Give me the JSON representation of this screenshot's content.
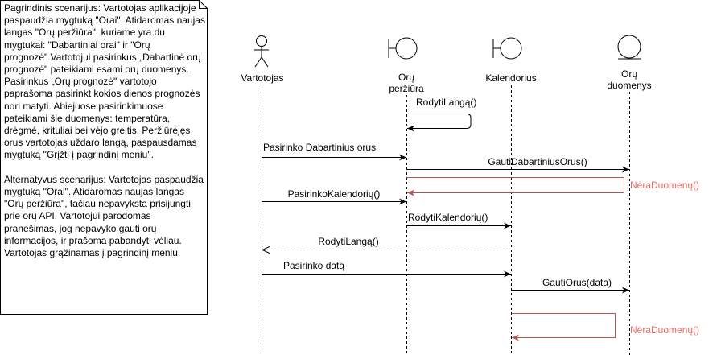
{
  "note": {
    "text": "Pagrindinis scenarijus: Vartotojas aplikacijoje paspaudžia mygtuką \"Orai\". Atidaromas naujas langas \"Orų peržiūra\", kuriame yra du mygtukai: \"Dabartiniai orai\" ir \"Orų prognozė\".Vartotojui pasirinkus „Dabartinė orų prognozė\" pateikiami esami orų duomenys. Pasirinkus „Orų prognozė\" vartotojo paprašoma pasirinkt kokios dienos prognozės nori matyti. Abiejuose pasirinkimuose pateikiami šie duomenys: temperatūra, drėgmė, krituliai bei vėjo greitis. Peržiūrėjęs orus vartotojas uždaro langą, paspausdamas mygtuką \"Grįžti į pagrindinį meniu\".\n\nAlternatyvus scenarijus: Vartotojas paspaudžia mygtuką \"Orai\". Atidaromas naujas langas \"Orų peržiūra\", tačiau nepavyksta prisijungti prie orų API. Vartotojui parodomas pranešimas, jog nepavyko gauti orų informacijos, ir prašoma pabandyti vėliau. Vartotojas grąžinamas į pagrindinį meniu."
  },
  "lifelines": {
    "actor": "Vartotojas",
    "boundary1_line1": "Orų",
    "boundary1_line2": "peržiūra",
    "boundary2": "Kalendorius",
    "entity_line1": "Orų",
    "entity_line2": "duomenys"
  },
  "messages": {
    "m1": "RodytiLangą()",
    "m2": "Pasirinko Dabartinius orus",
    "m3": "GautiDabartiniusOrus()",
    "m4": "NėraDuomenų()",
    "m5": "PasirinkoKalendorių()",
    "m6": "RodytiKalendorių()",
    "m7": "RodytiLangą()",
    "m8": "Pasirinko datą",
    "m9": "GautiOrus(data)",
    "m10": "NėraDuomenų()"
  },
  "colors": {
    "line": "#000000",
    "alt": "#b85450",
    "alt_text": "#ea6b66"
  }
}
